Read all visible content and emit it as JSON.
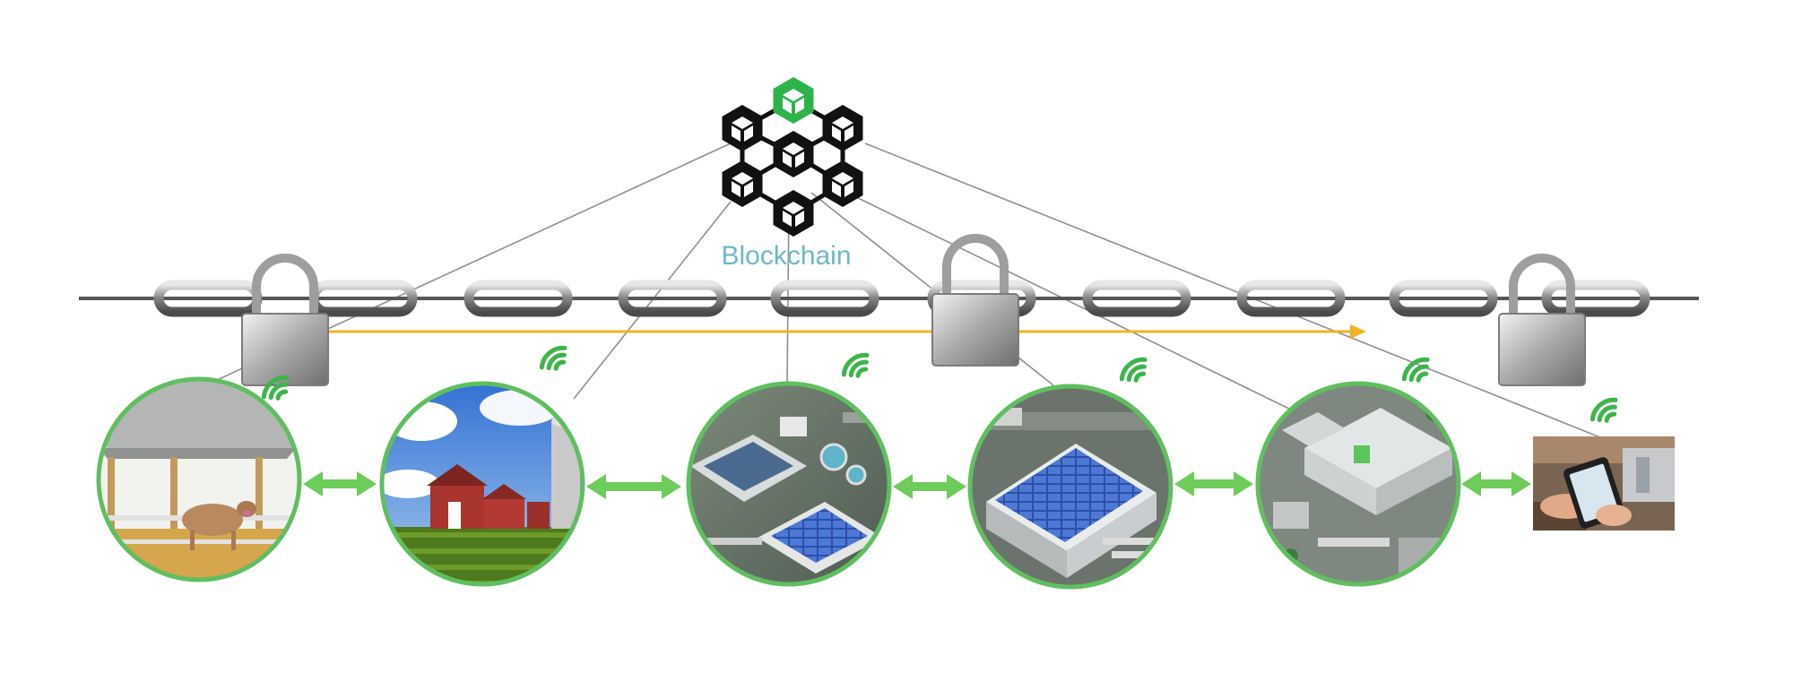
{
  "blockchain": {
    "label": "Blockchain",
    "accent_color": "#2db34a",
    "node_color": "#111111"
  },
  "chain": {
    "link_color": "#8c8c8c",
    "lock_color": "#b9b9b9"
  },
  "traceability_arrow": {
    "color": "#f0b323"
  },
  "wireless_signal": {
    "icon": "wifi-signal-icon",
    "color": "#3cb54a"
  },
  "supply_chain": {
    "ring_color": "#5fbf5f",
    "flow_arrow_color": "#6dcc5a",
    "stages": [
      {
        "id": "livestock-shed",
        "icon": "cow-shed-icon"
      },
      {
        "id": "farm",
        "icon": "barn-silo-icon"
      },
      {
        "id": "processing-plant",
        "icon": "factory-icon"
      },
      {
        "id": "warehouse",
        "icon": "warehouse-icon"
      },
      {
        "id": "distribution-center",
        "icon": "distribution-icon"
      },
      {
        "id": "consumer",
        "icon": "phone-in-hand-icon"
      }
    ]
  }
}
